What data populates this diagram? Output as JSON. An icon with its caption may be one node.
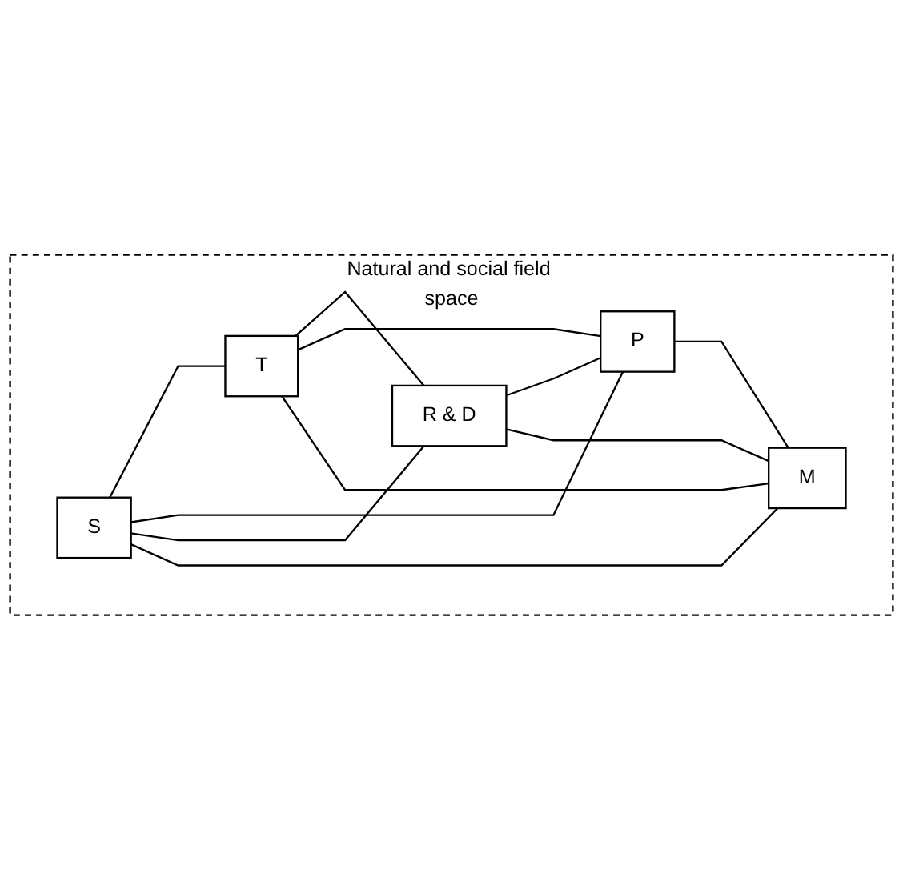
{
  "diagram": {
    "nodes": [
      {
        "text": [
          "Natural and social field space"
        ]
      },
      {
        "text": [
          "S"
        ],
        "in": 0
      },
      {
        "text": [
          "M"
        ],
        "in": 0
      },
      {
        "text": [
          "T"
        ],
        "in": 0
      },
      {
        "text": [
          "P"
        ],
        "in": 0
      },
      {
        "text": [
          "R & D"
        ],
        "in": 0
      }
    ],
    "edges": [
      {
        "from": 1,
        "to": 3,
        "arrow": "none"
      },
      {
        "from": 3,
        "to": 5,
        "arrow": "none"
      },
      {
        "from": 5,
        "to": 4,
        "arrow": "none"
      },
      {
        "from": 4,
        "to": 2,
        "arrow": "none"
      },
      {
        "from": 2,
        "to": 1,
        "arrow": "none"
      },
      {
        "from": 1,
        "to": 4,
        "arrow": "none"
      },
      {
        "from": 1,
        "to": 5,
        "arrow": "none"
      },
      {
        "from": 2,
        "to": 3,
        "arrow": "none"
      },
      {
        "from": 2,
        "to": 5,
        "arrow": "none"
      },
      {
        "from": 3,
        "to": 4,
        "arrow": "none"
      }
    ]
  }
}
